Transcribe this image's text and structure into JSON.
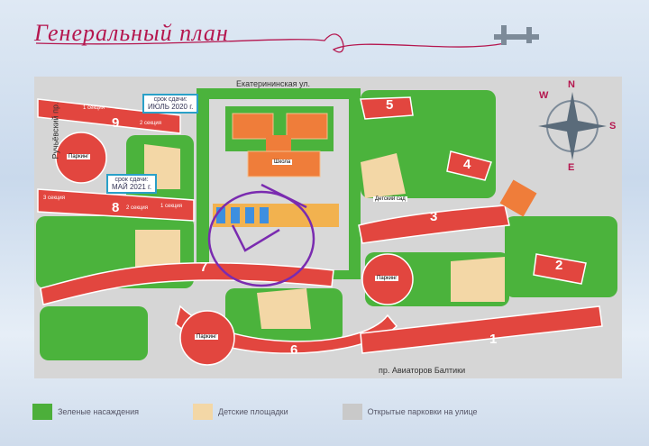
{
  "title": "Генеральный план",
  "streets": {
    "top": "Екатерининская ул.",
    "left": "Ручьёвский пр.",
    "bottom": "пр. Авиаторов Балтики"
  },
  "compass": {
    "n": "N",
    "s": "S",
    "e": "E",
    "w": "W"
  },
  "buildings": [
    {
      "number": "9",
      "sections": [
        "1 секция",
        "2 секция"
      ]
    },
    {
      "number": "8",
      "sections": [
        "3 секция",
        "2 секция",
        "1 секция"
      ]
    },
    {
      "number": "7"
    },
    {
      "number": "6"
    },
    {
      "number": "5"
    },
    {
      "number": "4"
    },
    {
      "number": "3"
    },
    {
      "number": "2"
    },
    {
      "number": "1"
    }
  ],
  "callouts": [
    {
      "line1": "срок сдачи:",
      "line2": "ИЮЛЬ 2020 г."
    },
    {
      "line1": "срок сдачи:",
      "line2": "МАЙ 2021 г."
    }
  ],
  "facilities": {
    "parking": "Паркинг",
    "school": "Школа",
    "kindergarten": "Детский сад"
  },
  "legend": [
    {
      "label": "Зеленые насаждения",
      "color": "#4caf3a",
      "icon": "trees-icon"
    },
    {
      "label": "Детские площадки",
      "color": "#f3d7a6",
      "icon": "playground-icon"
    },
    {
      "label": "Открытые парковки на улице",
      "color": "#c9c9c9",
      "icon": "car-parking-icon"
    }
  ],
  "colors": {
    "building": "#e2463f",
    "green": "#49b23b",
    "school": "#ef7d3a",
    "annotation": "#7a2bb0",
    "title": "#b5174f"
  }
}
